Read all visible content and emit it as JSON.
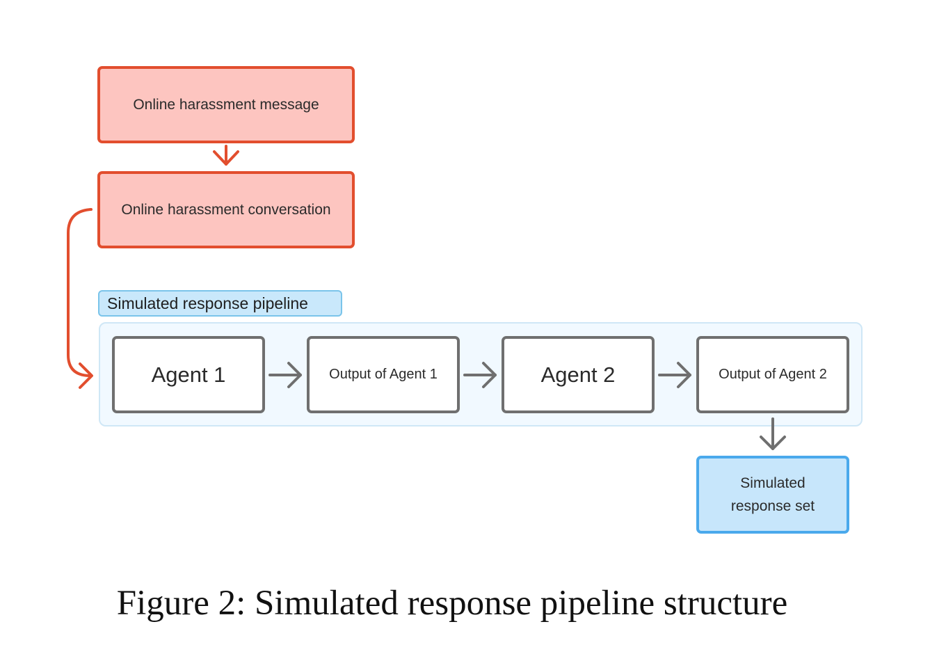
{
  "diagram": {
    "nodes": {
      "message": "Online harassment message",
      "conversation": "Online harassment conversation",
      "agent1": "Agent 1",
      "output1": "Output of Agent 1",
      "agent2": "Agent 2",
      "output2": "Output of Agent 2",
      "result_line1": "Simulated",
      "result_line2": "response set"
    },
    "group_label": "Simulated response pipeline",
    "caption": "Figure 2: Simulated response pipeline structure",
    "colors": {
      "input_fill": "#fdc5c0",
      "input_stroke": "#e24e2e",
      "agent_stroke": "#6f6f6f",
      "pipeline_fill": "#f1f9ff",
      "pipeline_label_fill": "#c9e8fb",
      "result_fill": "#c7e6fb",
      "result_stroke": "#4aa9ec"
    }
  }
}
